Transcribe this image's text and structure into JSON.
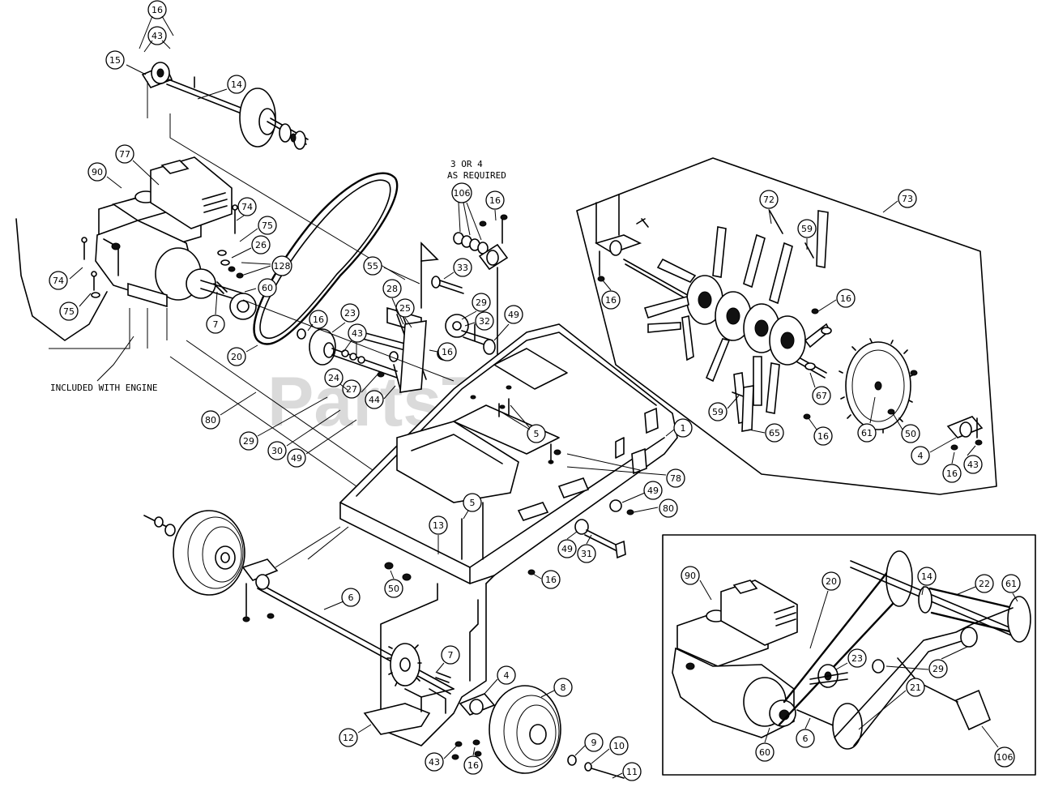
{
  "notes": {
    "included_with_engine": "INCLUDED WITH ENGINE",
    "as_required_line1": "3 OR 4",
    "as_required_line2": "AS REQUIRED"
  },
  "watermark": "PartsTree",
  "callouts": [
    {
      "id": "c1",
      "label": "16"
    },
    {
      "id": "c2",
      "label": "43"
    },
    {
      "id": "c3",
      "label": "15"
    },
    {
      "id": "c4",
      "label": "14"
    },
    {
      "id": "c5",
      "label": "77"
    },
    {
      "id": "c6",
      "label": "90"
    },
    {
      "id": "c7",
      "label": "74"
    },
    {
      "id": "c8",
      "label": "75"
    },
    {
      "id": "c9",
      "label": "26"
    },
    {
      "id": "c10",
      "label": "128"
    },
    {
      "id": "c11",
      "label": "74"
    },
    {
      "id": "c12",
      "label": "75"
    },
    {
      "id": "c13",
      "label": "60"
    },
    {
      "id": "c14",
      "label": "7"
    },
    {
      "id": "c15",
      "label": "20"
    },
    {
      "id": "c16",
      "label": "106"
    },
    {
      "id": "c17",
      "label": "16"
    },
    {
      "id": "c18",
      "label": "55"
    },
    {
      "id": "c19",
      "label": "33"
    },
    {
      "id": "c20",
      "label": "28"
    },
    {
      "id": "c21",
      "label": "25"
    },
    {
      "id": "c22",
      "label": "29"
    },
    {
      "id": "c23",
      "label": "49"
    },
    {
      "id": "c24",
      "label": "16"
    },
    {
      "id": "c25",
      "label": "23"
    },
    {
      "id": "c26",
      "label": "43"
    },
    {
      "id": "c27",
      "label": "32"
    },
    {
      "id": "c28",
      "label": "16"
    },
    {
      "id": "c29",
      "label": "24"
    },
    {
      "id": "c30",
      "label": "27"
    },
    {
      "id": "c31",
      "label": "44"
    },
    {
      "id": "c32",
      "label": "80"
    },
    {
      "id": "c33",
      "label": "29"
    },
    {
      "id": "c34",
      "label": "30"
    },
    {
      "id": "c35",
      "label": "49"
    },
    {
      "id": "c36",
      "label": "5"
    },
    {
      "id": "c37",
      "label": "1"
    },
    {
      "id": "c38",
      "label": "78"
    },
    {
      "id": "c39",
      "label": "5"
    },
    {
      "id": "c40",
      "label": "13"
    },
    {
      "id": "c41",
      "label": "49"
    },
    {
      "id": "c42",
      "label": "80"
    },
    {
      "id": "c43",
      "label": "49"
    },
    {
      "id": "c44",
      "label": "31"
    },
    {
      "id": "c45",
      "label": "16"
    },
    {
      "id": "c46",
      "label": "50"
    },
    {
      "id": "c47",
      "label": "6"
    },
    {
      "id": "c48",
      "label": "7"
    },
    {
      "id": "c49",
      "label": "4"
    },
    {
      "id": "c50",
      "label": "8"
    },
    {
      "id": "c51",
      "label": "12"
    },
    {
      "id": "c52",
      "label": "43"
    },
    {
      "id": "c53",
      "label": "16"
    },
    {
      "id": "c54",
      "label": "9"
    },
    {
      "id": "c55",
      "label": "10"
    },
    {
      "id": "c56",
      "label": "11"
    },
    {
      "id": "c57",
      "label": "73"
    },
    {
      "id": "c58",
      "label": "72"
    },
    {
      "id": "c59",
      "label": "59"
    },
    {
      "id": "c60",
      "label": "16"
    },
    {
      "id": "c61",
      "label": "16"
    },
    {
      "id": "c62",
      "label": "67"
    },
    {
      "id": "c63",
      "label": "59"
    },
    {
      "id": "c64",
      "label": "65"
    },
    {
      "id": "c65",
      "label": "16"
    },
    {
      "id": "c66",
      "label": "61"
    },
    {
      "id": "c67",
      "label": "50"
    },
    {
      "id": "c68",
      "label": "4"
    },
    {
      "id": "c69",
      "label": "16"
    },
    {
      "id": "c70",
      "label": "43"
    },
    {
      "id": "c71",
      "label": "90"
    },
    {
      "id": "c72",
      "label": "20"
    },
    {
      "id": "c73",
      "label": "14"
    },
    {
      "id": "c74",
      "label": "22"
    },
    {
      "id": "c75",
      "label": "61"
    },
    {
      "id": "c76",
      "label": "23"
    },
    {
      "id": "c77",
      "label": "29"
    },
    {
      "id": "c78",
      "label": "21"
    },
    {
      "id": "c79",
      "label": "6"
    },
    {
      "id": "c80",
      "label": "60"
    },
    {
      "id": "c81",
      "label": "106"
    }
  ]
}
